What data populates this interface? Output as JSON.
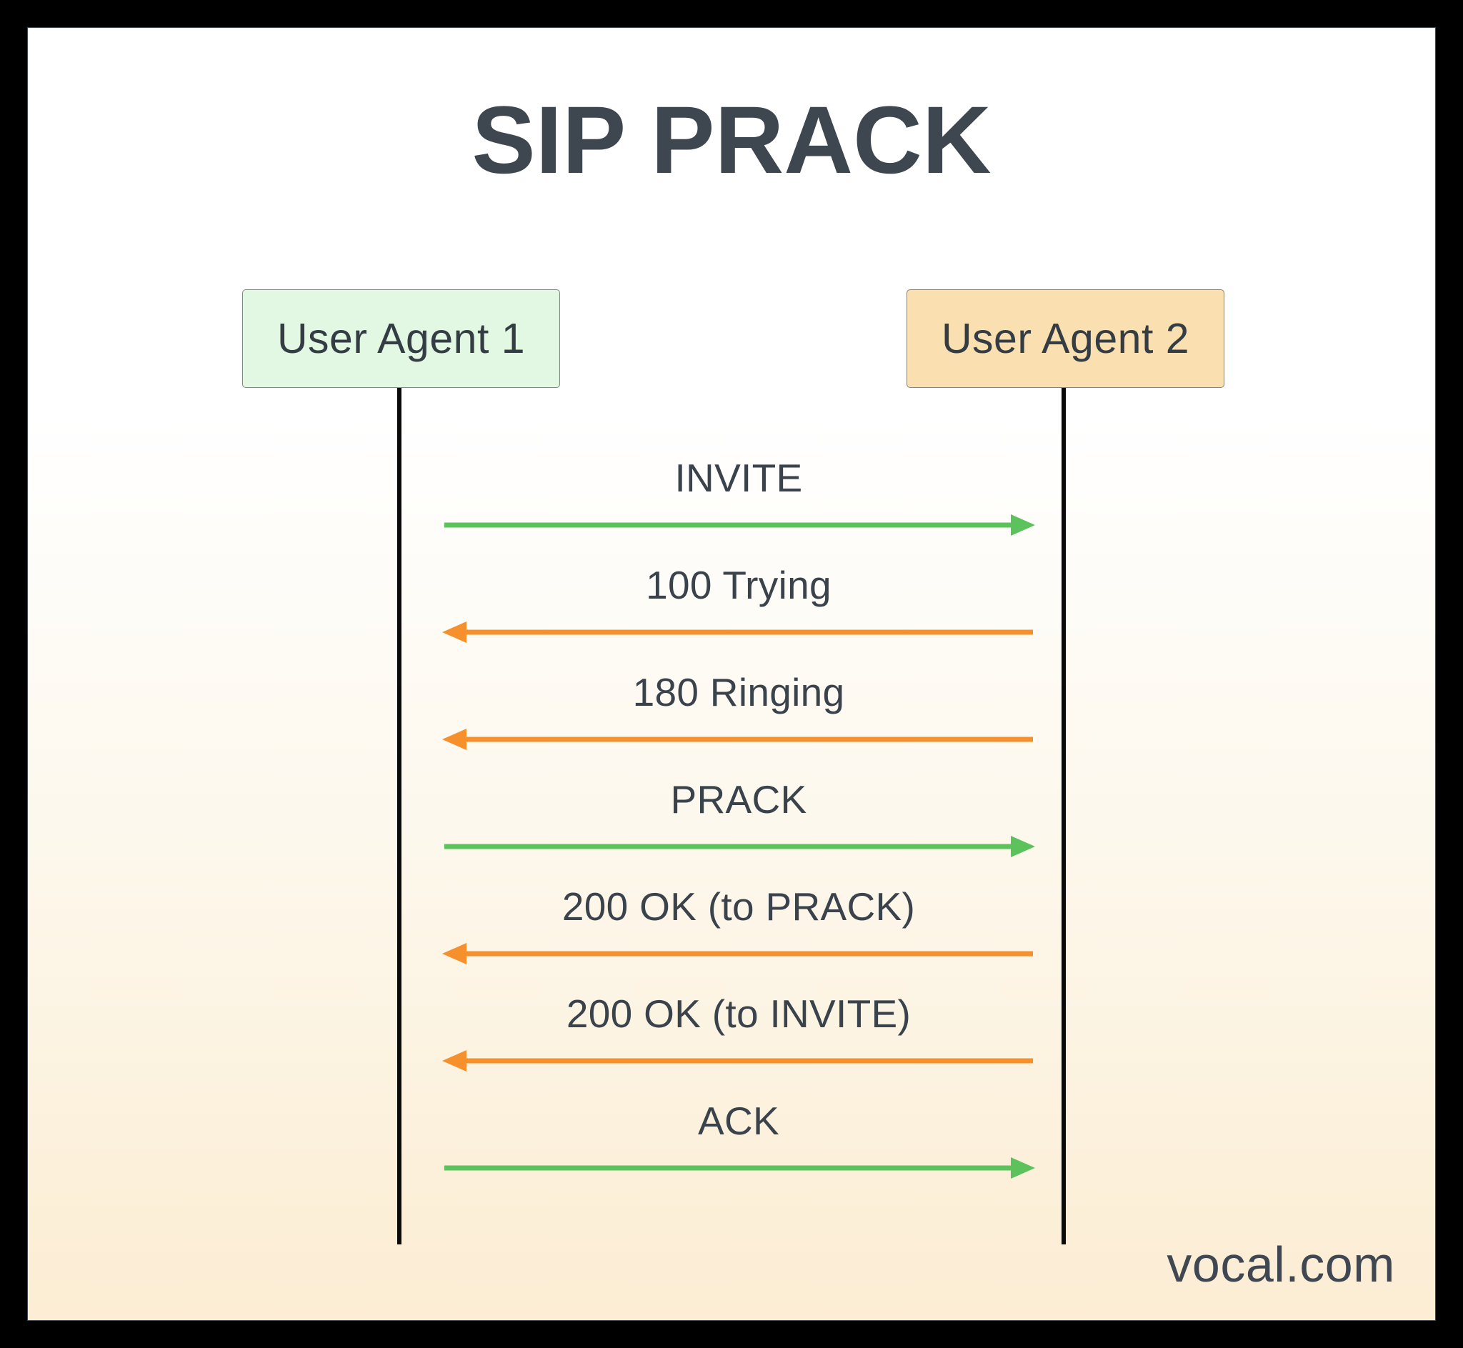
{
  "diagram": {
    "title": "SIP PRACK",
    "type": "sequence-diagram",
    "colors": {
      "title_text": "#3e474f",
      "request_arrow": "#5cc25c",
      "response_arrow": "#f5902d",
      "participant_1_fill": "#e3f8e3",
      "participant_2_fill": "#fadfb0",
      "lifeline": "#0a0a0a",
      "frame": "#000000",
      "canvas_top": "#ffffff",
      "canvas_bottom": "#fcedd4"
    },
    "participants": [
      {
        "id": "ua1",
        "label": "User Agent 1"
      },
      {
        "id": "ua2",
        "label": "User Agent 2"
      }
    ],
    "messages": [
      {
        "label": "INVITE",
        "from": "ua1",
        "to": "ua2",
        "direction": "right",
        "color": "#5cc25c"
      },
      {
        "label": "100 Trying",
        "from": "ua2",
        "to": "ua1",
        "direction": "left",
        "color": "#f5902d"
      },
      {
        "label": "180 Ringing",
        "from": "ua2",
        "to": "ua1",
        "direction": "left",
        "color": "#f5902d"
      },
      {
        "label": "PRACK",
        "from": "ua1",
        "to": "ua2",
        "direction": "right",
        "color": "#5cc25c"
      },
      {
        "label": "200 OK (to PRACK)",
        "from": "ua2",
        "to": "ua1",
        "direction": "left",
        "color": "#f5902d"
      },
      {
        "label": "200 OK (to INVITE)",
        "from": "ua2",
        "to": "ua1",
        "direction": "left",
        "color": "#f5902d"
      },
      {
        "label": "ACK",
        "from": "ua1",
        "to": "ua2",
        "direction": "right",
        "color": "#5cc25c"
      }
    ],
    "watermark": "vocal.com"
  }
}
